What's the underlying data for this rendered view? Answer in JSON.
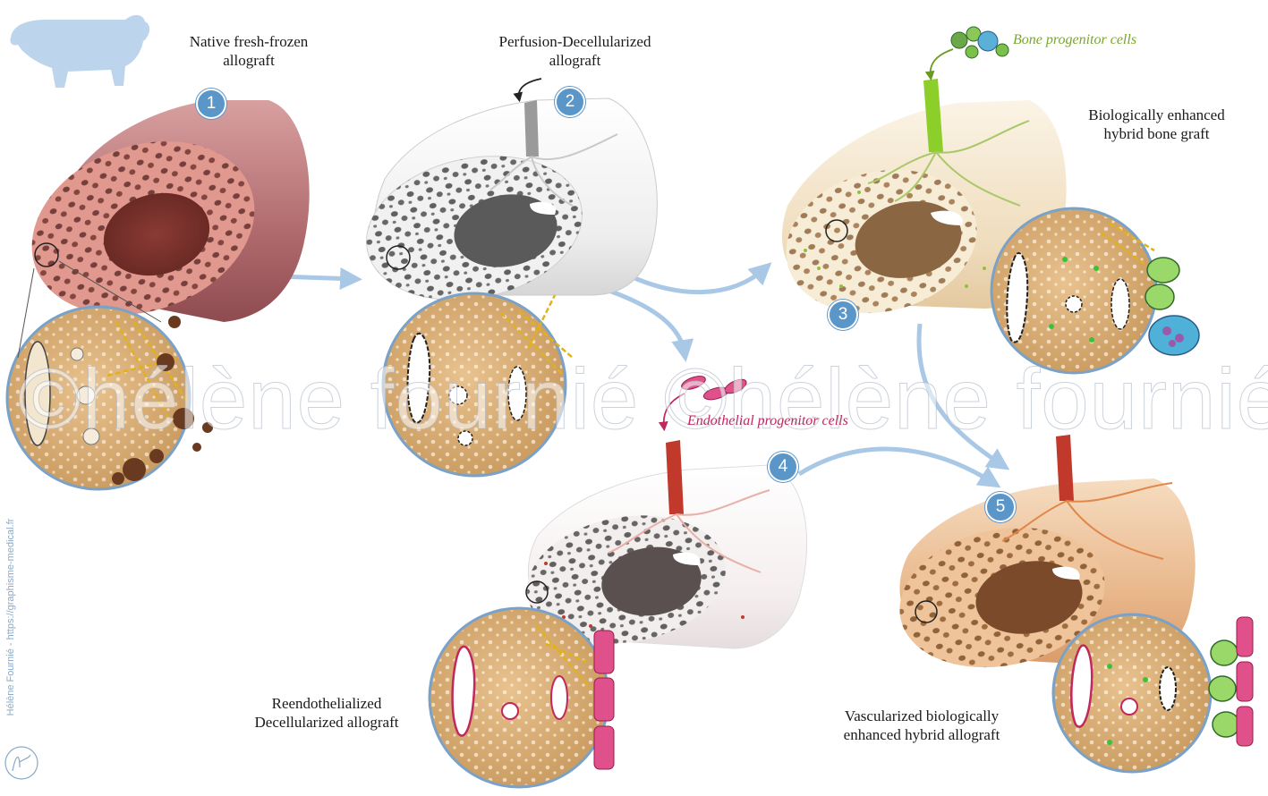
{
  "labels": {
    "step1": "Native fresh-frozen\nallograft",
    "step2": "Perfusion-Decellularized\nallograft",
    "step3": "Biologically enhanced\nhybrid bone graft",
    "step4": "Reendothelialized\nDecellularized allograft",
    "step5": "Vascularized biologically\nenhanced hybrid allograft"
  },
  "cells": {
    "bone": "Bone progenitor cells",
    "endothelial": "Endothelial progenitor cells"
  },
  "badges": [
    "1",
    "2",
    "3",
    "4",
    "5"
  ],
  "watermark": "©hélène fournié ©hélène fournié",
  "credit": "Hélène Fournié - https://graphisme-medical.fr",
  "colors": {
    "badge": "#5b96c9",
    "arrow": "#a9c8e6",
    "bone_text": "#7aa62a",
    "endo_text": "#c0285e"
  }
}
